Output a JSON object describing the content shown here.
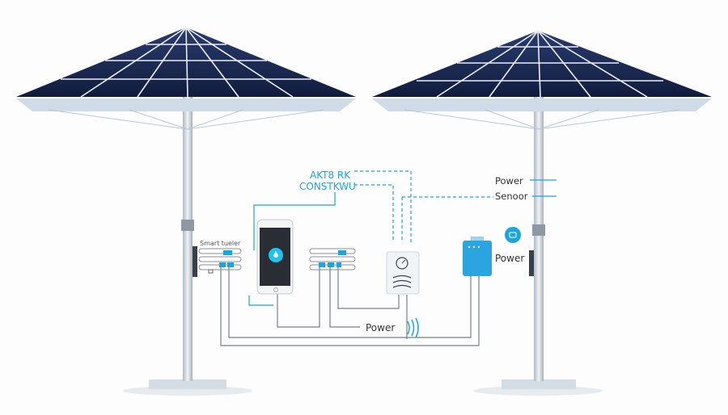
{
  "labels": {
    "network_line1": "AKT8 RK",
    "network_line2": "CONSTKWU",
    "smart_label": "Smart tueler",
    "power_center": "Power",
    "power_right_top": "Power",
    "sensor_right": "Senoor",
    "power_right_device": "Power"
  },
  "colors": {
    "panel": "#1b2a52",
    "canopy_underside": "#cfdbe6",
    "pole": "#c9d3dc",
    "accent": "#1aa6d9",
    "wire": "#7a7f86"
  }
}
